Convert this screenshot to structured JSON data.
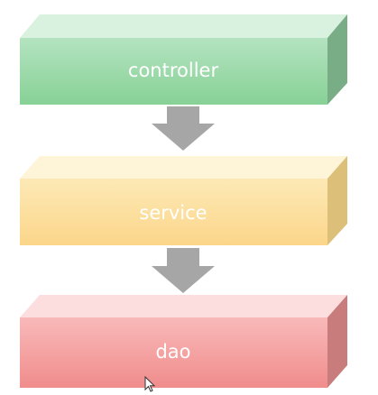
{
  "diagram": {
    "layers": [
      {
        "id": "controller",
        "label": "controller",
        "colors": {
          "front_top": "#b4e3c0",
          "front_bottom": "#87d196",
          "top": "#d9f2df",
          "side": "#79ad85"
        }
      },
      {
        "id": "service",
        "label": "service",
        "colors": {
          "front_top": "#fde9b6",
          "front_bottom": "#fbd68a",
          "top": "#fef4d8",
          "side": "#dcbf78"
        }
      },
      {
        "id": "dao",
        "label": "dao",
        "colors": {
          "front_top": "#f9b9b9",
          "front_bottom": "#f08c8c",
          "top": "#fddede",
          "side": "#c97c7c"
        }
      }
    ],
    "arrow_color": "#a6a6a6",
    "cursor_icon": "mouse-pointer-icon"
  }
}
